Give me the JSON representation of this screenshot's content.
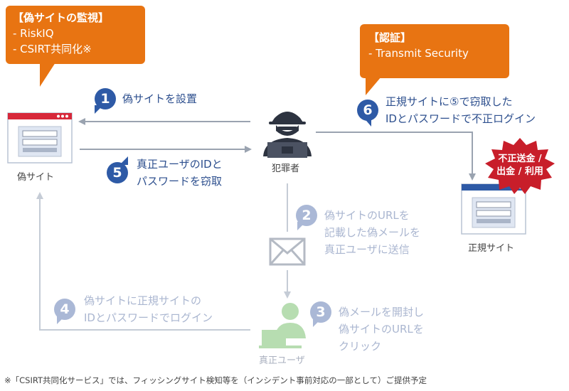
{
  "callouts": {
    "monitoring": {
      "title": "【偽サイトの監視】",
      "items": [
        "- RiskIQ",
        "- CSIRT共同化※"
      ]
    },
    "auth": {
      "title": "【認証】",
      "items": [
        "- Transmit Security"
      ]
    }
  },
  "nodes": {
    "fake_site": "偽サイト",
    "criminal": "犯罪者",
    "legit_site": "正規サイト",
    "user": "真正ユーザ"
  },
  "steps": [
    {
      "number": "1",
      "lines": [
        "偽サイトを設置"
      ]
    },
    {
      "number": "2",
      "lines": [
        "偽サイトのURLを",
        "記載した偽メールを",
        "真正ユーザに送信"
      ]
    },
    {
      "number": "3",
      "lines": [
        "偽メールを開封し",
        "偽サイトのURLを",
        "クリック"
      ]
    },
    {
      "number": "4",
      "lines": [
        "偽サイトに正規サイトの",
        "IDとパスワードでログイン"
      ]
    },
    {
      "number": "5",
      "lines": [
        "真正ユーザのIDと",
        "パスワードを窃取"
      ]
    },
    {
      "number": "6",
      "lines": [
        "正規サイトに⑤で窃取した",
        "IDとパスワードで不正ログイン"
      ]
    }
  ],
  "badge": {
    "lines": [
      "不正送金 /",
      "出金 / 利用"
    ]
  },
  "footnote": "※「CSIRT共同化サービス」では、フィッシングサイト検知等を（インシデント事前対応の一部として）ご提供予定",
  "colors": {
    "orange": "#e87412",
    "blue": "#2e5aa6",
    "light_blue": "#aab8d6",
    "red": "#c81e2a",
    "arrow": "#9aa3b0"
  }
}
